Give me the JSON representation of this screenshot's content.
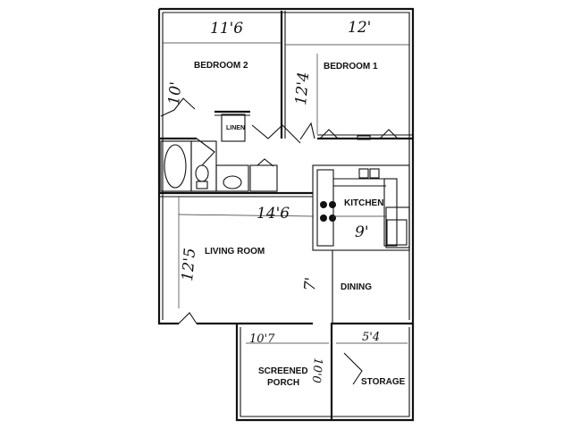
{
  "rooms": {
    "bedroom2": "BEDROOM 2",
    "bedroom1": "BEDROOM 1",
    "linen": "LINEN",
    "kitchen": "KITCHEN",
    "living_room": "LIVING ROOM",
    "dining": "DINING",
    "screened_porch_line1": "SCREENED",
    "screened_porch_line2": "PORCH",
    "storage": "STORAGE"
  },
  "dimensions": {
    "bedroom2_width": "11'6",
    "bedroom2_depth": "10'",
    "bedroom1_width": "12'",
    "bedroom1_depth": "12'4",
    "living_width": "14'6",
    "living_depth": "12'5",
    "kitchen_width": "9'",
    "dining_depth": "7'",
    "porch_width": "10'7",
    "porch_depth": "10'0",
    "storage_width": "5'4"
  },
  "colors": {
    "line": "#111111",
    "background": "#ffffff"
  }
}
